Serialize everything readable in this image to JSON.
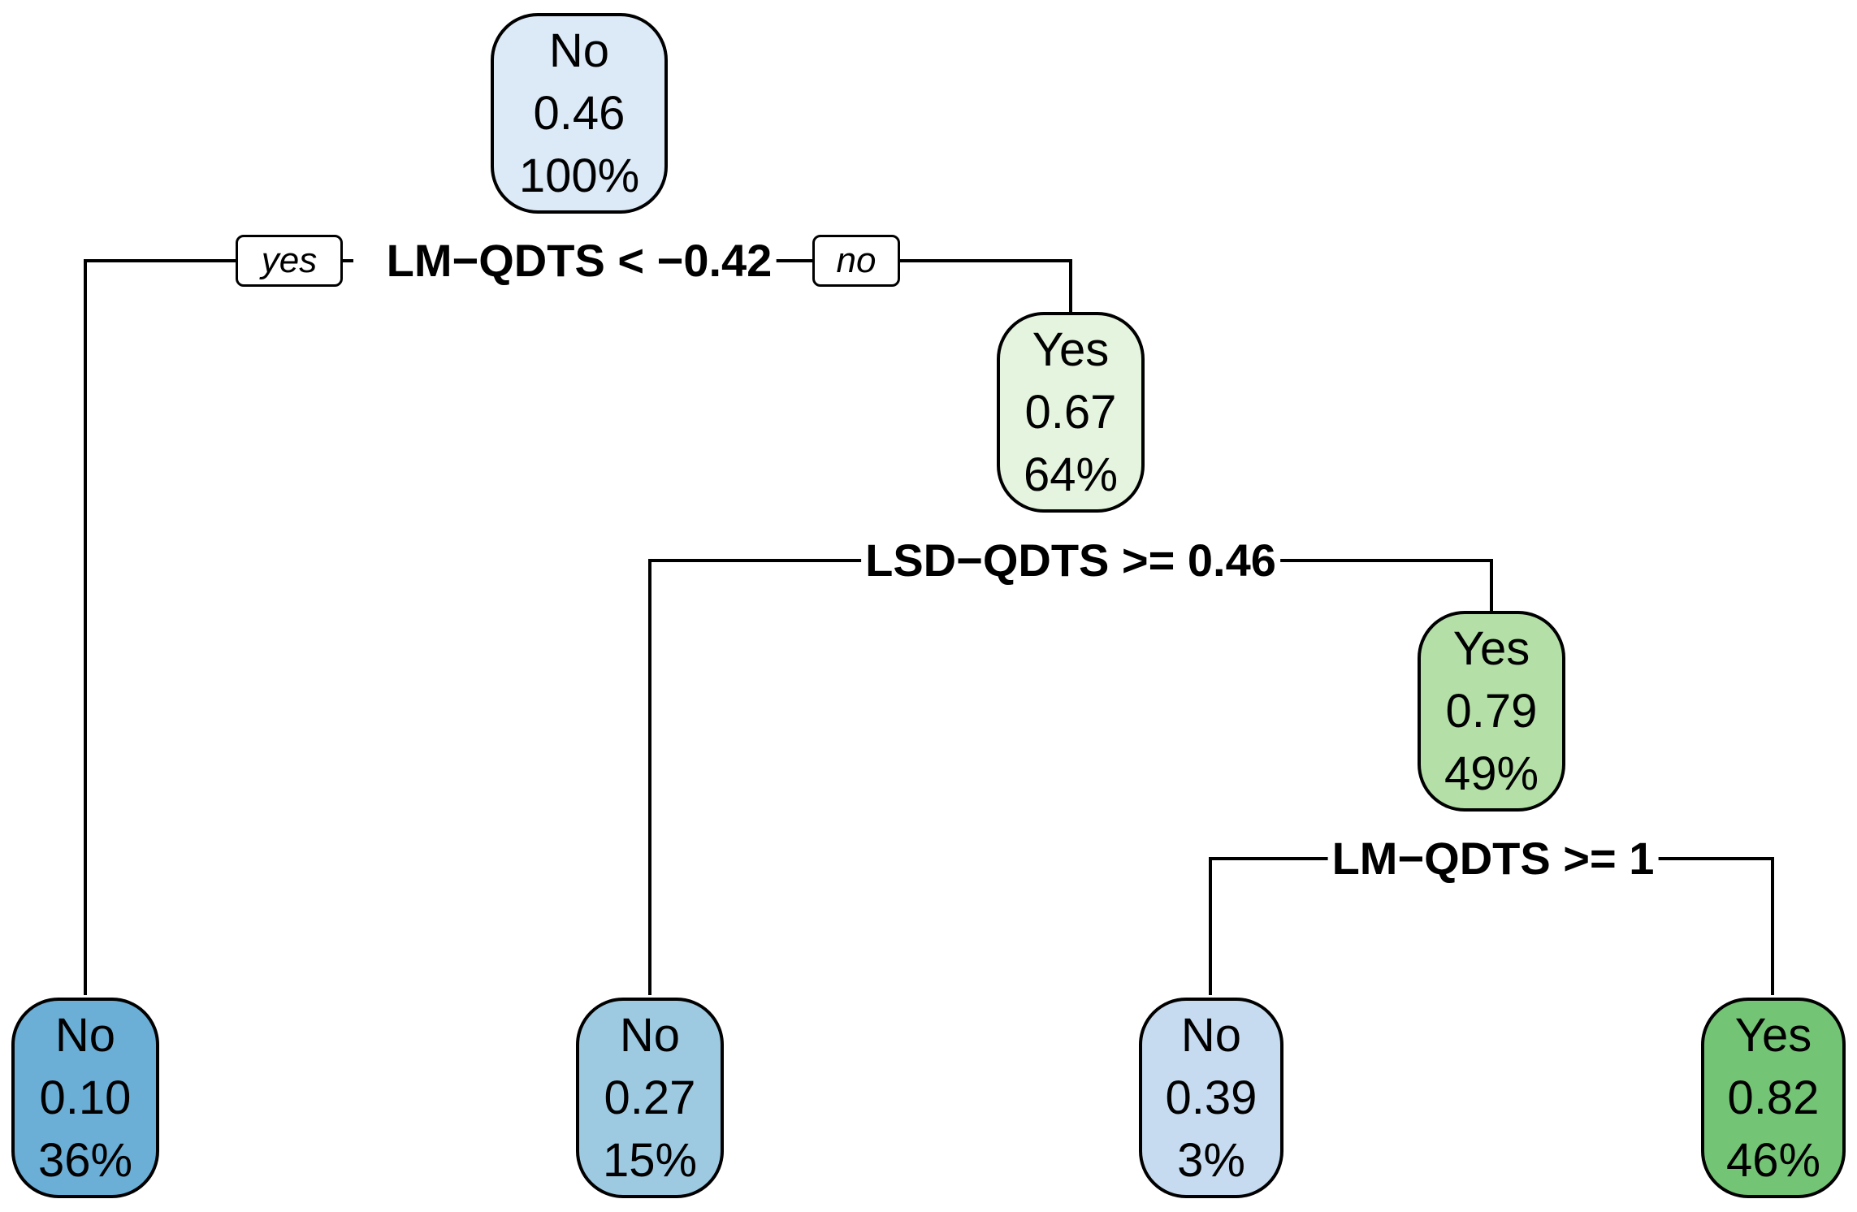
{
  "nodes": {
    "root": {
      "label": "No",
      "prob": "0.46",
      "pct": "100%",
      "fill": "#dce9f6"
    },
    "n2": {
      "label": "Yes",
      "prob": "0.67",
      "pct": "64%",
      "fill": "#e5f4df"
    },
    "n3": {
      "label": "Yes",
      "prob": "0.79",
      "pct": "49%",
      "fill": "#b4e0a8"
    },
    "leaf_a": {
      "label": "No",
      "prob": "0.10",
      "pct": "36%",
      "fill": "#6baed6"
    },
    "leaf_b": {
      "label": "No",
      "prob": "0.27",
      "pct": "15%",
      "fill": "#9ecae1"
    },
    "leaf_c": {
      "label": "No",
      "prob": "0.39",
      "pct": "3%",
      "fill": "#c6dbef"
    },
    "leaf_d": {
      "label": "Yes",
      "prob": "0.82",
      "pct": "46%",
      "fill": "#74c476"
    }
  },
  "splits": {
    "s1": "LM−QDTS < −0.42",
    "s2": "LSD−QDTS >= 0.46",
    "s3": "LM−QDTS >= 1"
  },
  "edge_labels": {
    "yes": "yes",
    "no": "no"
  }
}
